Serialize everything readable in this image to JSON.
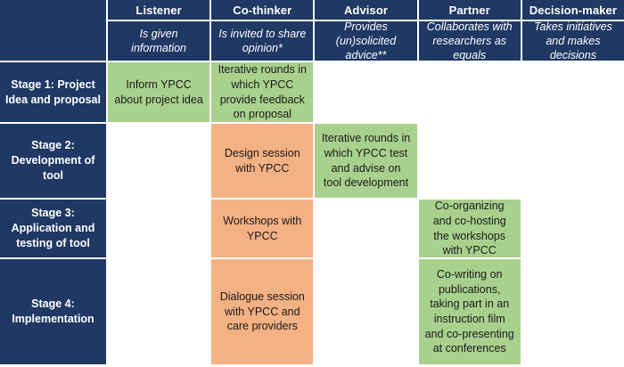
{
  "colors": {
    "navy": "#1f3864",
    "green": "#a9d18e",
    "orange": "#f4b183",
    "header_text": "#ffffff",
    "cell_text": "#1a1a1a",
    "gridline": "#ffffff"
  },
  "matrix": {
    "roles": [
      {
        "name": "Listener",
        "description": "Is given information"
      },
      {
        "name": "Co-thinker",
        "description": "Is invited to share opinion*"
      },
      {
        "name": "Advisor",
        "description": "Provides (un)solicited advice**"
      },
      {
        "name": "Partner",
        "description": "Collaborates with researchers as equals"
      },
      {
        "name": "Decision-maker",
        "description": "Takes initiatives and makes decisions"
      }
    ],
    "stages": [
      {
        "label": "Stage 1: Project Idea and proposal",
        "cells": [
          {
            "text": "Inform YPCC about project idea",
            "color": "green"
          },
          {
            "text": "Iterative rounds in which YPCC provide feedback on proposal",
            "color": "green"
          },
          {
            "text": "",
            "color": "none"
          },
          {
            "text": "",
            "color": "none"
          },
          {
            "text": "",
            "color": "none"
          }
        ]
      },
      {
        "label": "Stage 2: Development of tool",
        "cells": [
          {
            "text": "",
            "color": "none"
          },
          {
            "text": "Design session with YPCC",
            "color": "orange"
          },
          {
            "text": "Iterative rounds in which YPCC test and advise on tool development",
            "color": "green"
          },
          {
            "text": "",
            "color": "none"
          },
          {
            "text": "",
            "color": "none"
          }
        ]
      },
      {
        "label": "Stage 3: Application and testing of tool",
        "cells": [
          {
            "text": "",
            "color": "none"
          },
          {
            "text": "Workshops with YPCC",
            "color": "orange"
          },
          {
            "text": "",
            "color": "none"
          },
          {
            "text": "Co-organizing and co-hosting the workshops with YPCC",
            "color": "green"
          },
          {
            "text": "",
            "color": "none"
          }
        ]
      },
      {
        "label": "Stage 4: Implementation",
        "cells": [
          {
            "text": "",
            "color": "none"
          },
          {
            "text": "Dialogue session with YPCC and care providers",
            "color": "orange"
          },
          {
            "text": "",
            "color": "none"
          },
          {
            "text": "Co-writing on publications, taking part in an instruction film and co-presenting at conferences",
            "color": "green"
          },
          {
            "text": "",
            "color": "none"
          }
        ]
      }
    ]
  }
}
